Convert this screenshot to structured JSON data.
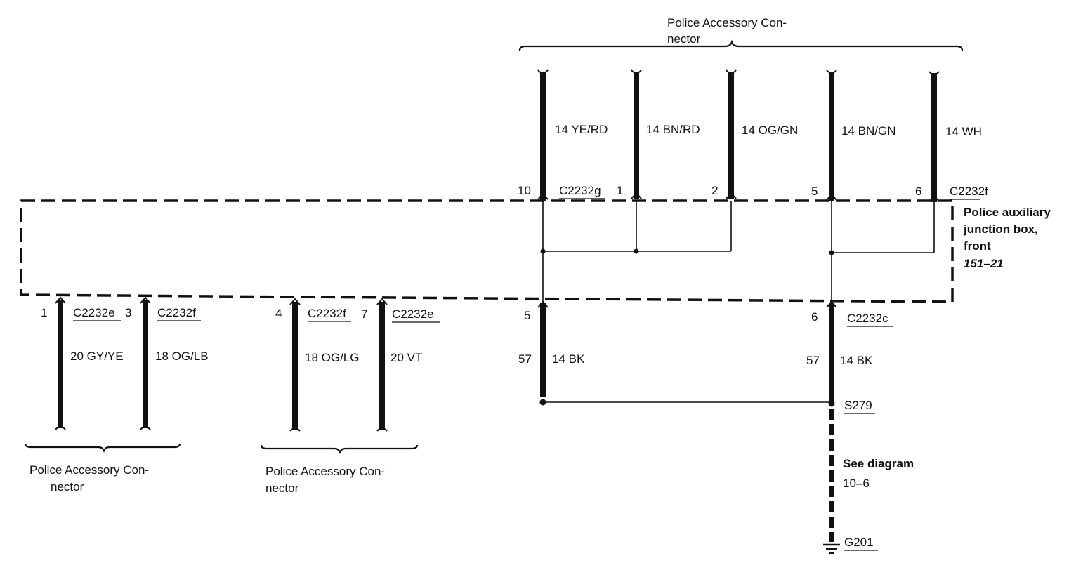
{
  "connector_label_top": [
    "Police Accessory Con-",
    "nector"
  ],
  "connector_label_left": [
    "Police Accessory Con-",
    "nector"
  ],
  "connector_label_mid": [
    "Police Accessory Con-",
    "nector"
  ],
  "junction_box": {
    "lines": [
      "Police auxiliary",
      "junction box,",
      "front"
    ],
    "ref": "151–21"
  },
  "top_wires": [
    {
      "wire": "14 YE/RD",
      "pin": "10"
    },
    {
      "wire": "14 BN/RD",
      "pin": "1"
    },
    {
      "wire": "14 OG/GN",
      "pin": "2"
    },
    {
      "wire": "14 BN/GN",
      "pin": "5"
    },
    {
      "wire": "14 WH",
      "pin": "6"
    }
  ],
  "top_connectors": {
    "left": "C2232g",
    "right": "C2232f"
  },
  "bottom_left_wires": [
    {
      "pin": "1",
      "connector": "C2232e",
      "wire": "20 GY/YE"
    },
    {
      "pin": "3",
      "connector": "C2232f",
      "wire": "18 OG/LB"
    },
    {
      "pin": "4",
      "connector": "C2232f",
      "wire": "18 OG/LG"
    },
    {
      "pin": "7",
      "connector": "C2232e",
      "wire": "20 VT"
    }
  ],
  "ground_wires": [
    {
      "pin": "5",
      "circuit": "57",
      "wire": "14 BK",
      "connector": ""
    },
    {
      "pin": "6",
      "circuit": "57",
      "wire": "14 BK",
      "connector": "C2232c"
    }
  ],
  "splice": "S279",
  "see_diagram": [
    "See diagram",
    "10–6"
  ],
  "ground": "G201"
}
